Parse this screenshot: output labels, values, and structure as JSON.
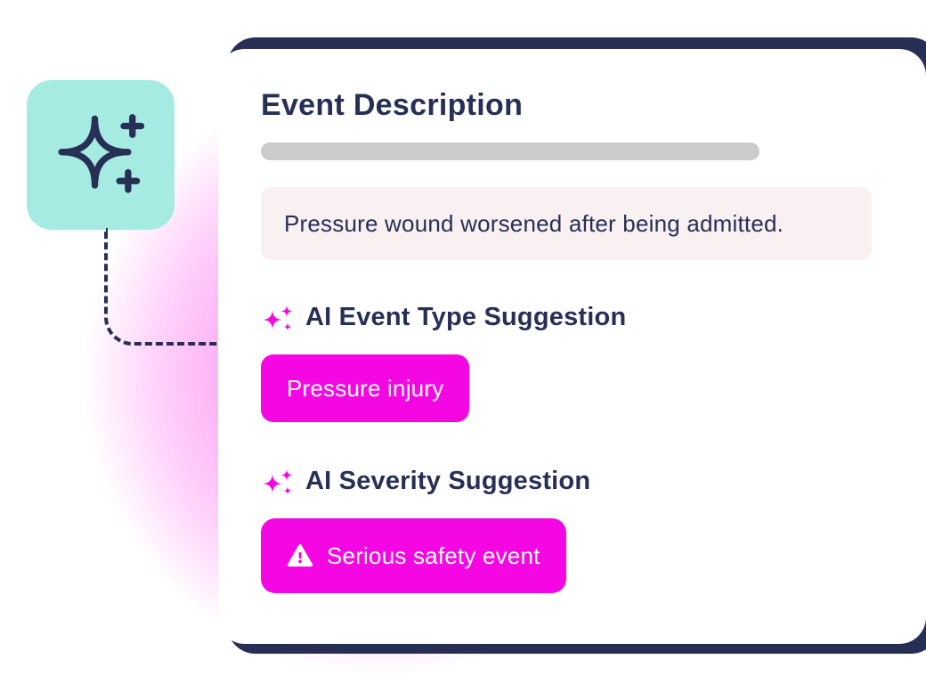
{
  "colors": {
    "accent_magenta": "#F407E2",
    "navy_text": "#272F55",
    "teal_badge_bg": "#A6EBE2",
    "description_box_bg": "#F9F0F1",
    "skeleton_gray": "#CBCBCB",
    "glow_pink": "#FE9AF1",
    "card_bg": "#FFFFFF"
  },
  "icons": {
    "badge": "sparkle-plus-icon",
    "section": "ai-sparkles-icon",
    "severity_tag": "warning-triangle-icon"
  },
  "card": {
    "title": "Event Description",
    "description": {
      "text": "Pressure wound worsened after being admitted."
    },
    "event_type_section": {
      "label": "AI Event Type Suggestion",
      "tag_label": "Pressure injury"
    },
    "severity_section": {
      "label": "AI Severity Suggestion",
      "tag_label": "Serious safety event"
    }
  }
}
